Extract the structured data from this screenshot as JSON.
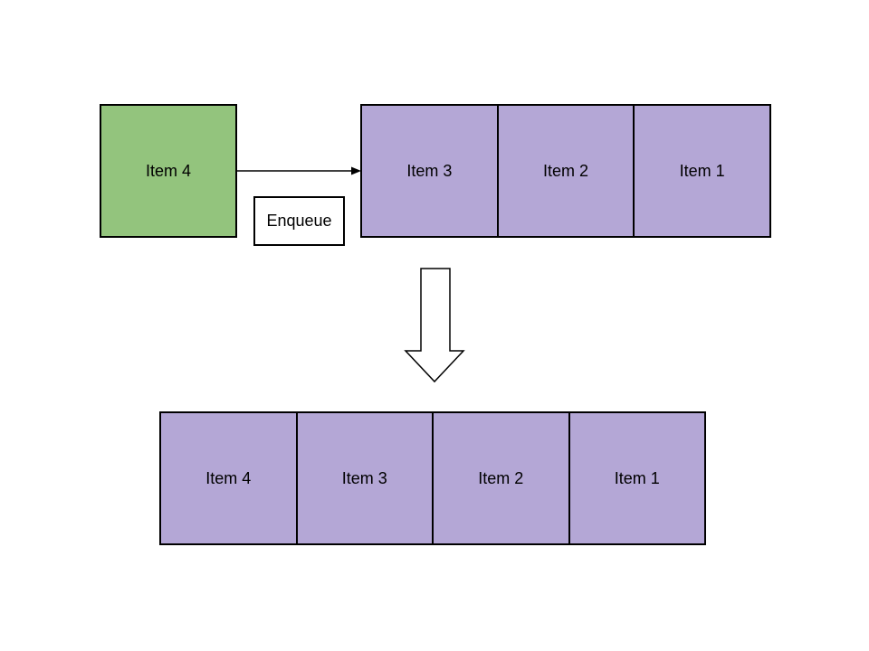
{
  "colors": {
    "background": "#ffffff",
    "incoming_box_fill": "#93c47d",
    "queue_cell_fill": "#b4a7d6",
    "border": "#000000",
    "text": "#000000",
    "label_box_fill": "#ffffff",
    "arrow_fill": "#ffffff"
  },
  "incoming_item": {
    "label": "Item 4"
  },
  "enqueue": {
    "label": "Enqueue"
  },
  "queue_before": {
    "items": [
      "Item 3",
      "Item 2",
      "Item 1"
    ]
  },
  "queue_after": {
    "items": [
      "Item 4",
      "Item 3",
      "Item 2",
      "Item 1"
    ]
  },
  "icons": {
    "enqueue_arrow": "arrow-right-icon",
    "transition_arrow": "arrow-down-icon"
  }
}
